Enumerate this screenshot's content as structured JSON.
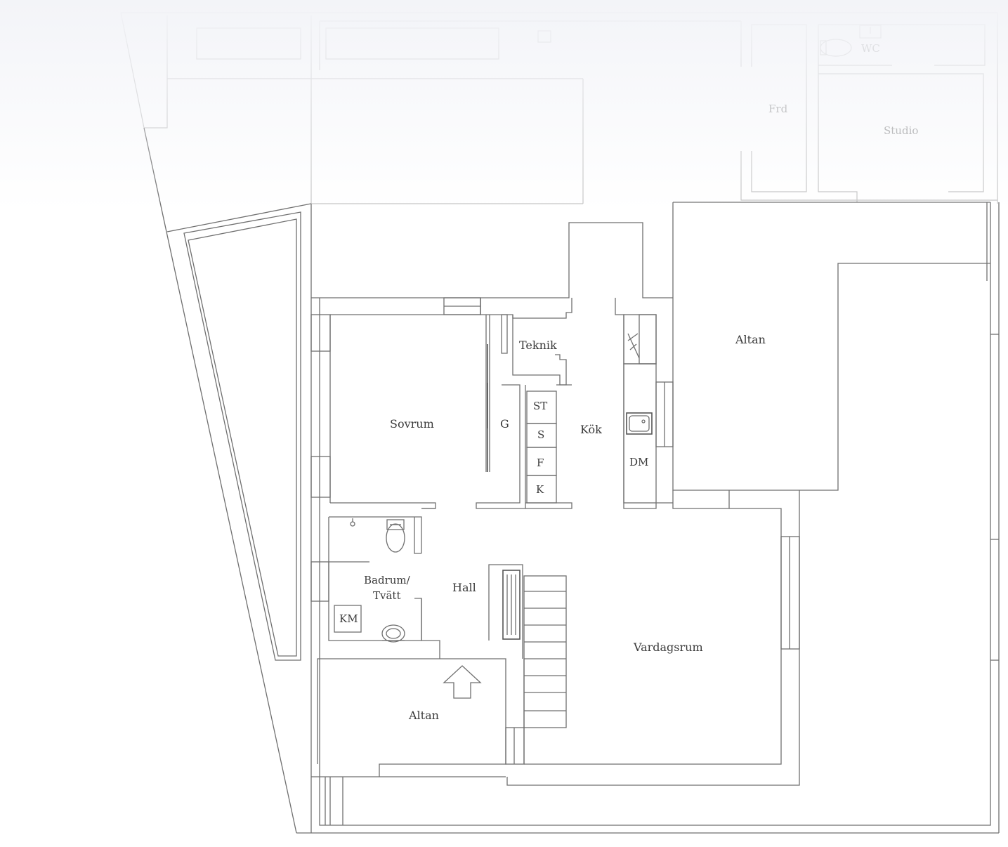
{
  "plan": {
    "rooms": {
      "sovrum": "Sovrum",
      "g": "G",
      "teknik": "Teknik",
      "kok": "Kök",
      "st": "ST",
      "s": "S",
      "f": "F",
      "k": "K",
      "dm": "DM",
      "altan_right": "Altan",
      "badrum_line1": "Badrum/",
      "badrum_line2": "Tvätt",
      "km": "KM",
      "hall": "Hall",
      "vardagsrum": "Vardagsrum",
      "altan_bottom": "Altan",
      "frd": "Frd",
      "studio": "Studio",
      "wc": "WC"
    },
    "colors": {
      "line": "#6f6f6f",
      "faded_line": "#c4c4c4",
      "text": "#3a3a3a"
    },
    "icons": [
      "toilet-icon",
      "sink-icon",
      "stove-icon",
      "staircase-icon",
      "radiator-icon",
      "entrance-arrow-icon"
    ]
  }
}
